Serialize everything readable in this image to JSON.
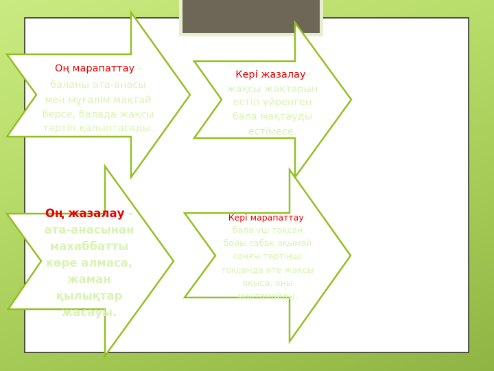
{
  "colors": {
    "background": "#b8dc6a",
    "outline": "#93bf22",
    "term": "#e60000",
    "body_text": "#d9f3b4",
    "title_box": "#6e6656"
  },
  "arrows": [
    {
      "term": "Оң марапаттау",
      "sep": " -",
      "lines": [
        "баланы ата-анасы",
        "мен мұғалім мақтай",
        "берсе, балада жақсы",
        "тәртіп қалыптасады."
      ]
    },
    {
      "term": "Кері жазалау",
      "sep": "-",
      "lines": [
        "жақсы жақтарын",
        "естіп үйренген",
        "бала мақтауды",
        "естімесе."
      ]
    },
    {
      "term": "Оң жазалау",
      "sep": " -",
      "lines": [
        "ата-анасынан",
        "махаббатты",
        "көре алмаса,",
        "жаман",
        "қылықтар",
        "жасауы."
      ]
    },
    {
      "term": "Кері марапаттау",
      "sep": "-",
      "lines": [
        "бала үш тоқсан",
        "бойы сабақ оқымай",
        "соңғы төртінші",
        "тоқсанда өте жақсы",
        "оқыса, оны",
        "мақтамайды."
      ]
    }
  ]
}
